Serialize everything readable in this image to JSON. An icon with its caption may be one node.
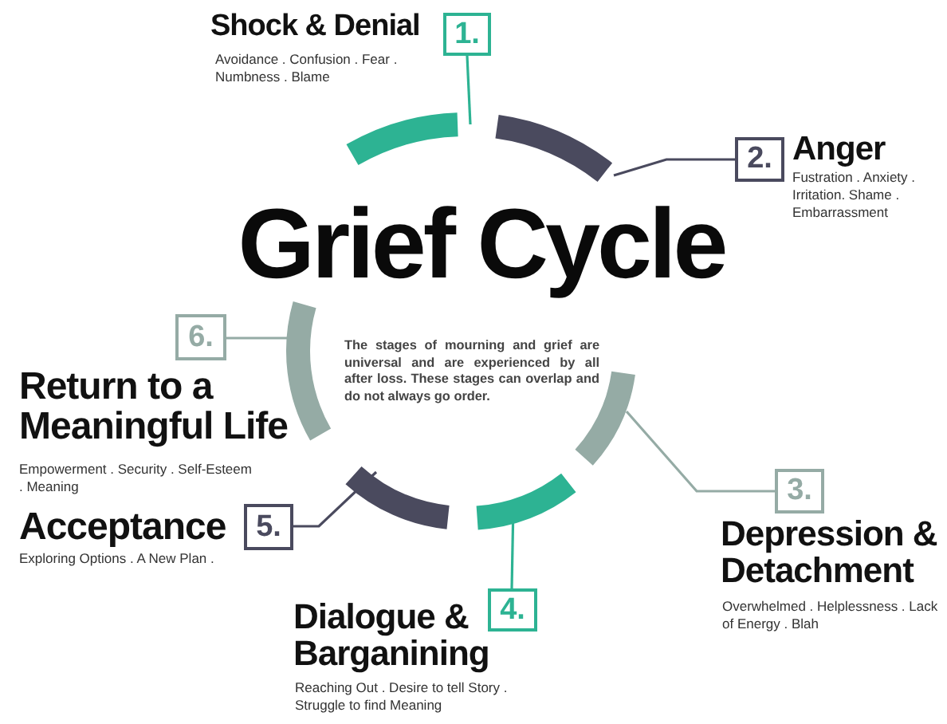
{
  "diagram": {
    "title": "Grief Cycle",
    "nodes": [
      {
        "text": [
          "1."
        ],
        "beside": [
          "Shock & Denial",
          "Avoidance . Confusion . Fear . Numbness . Blame"
        ]
      },
      {
        "text": [
          "2."
        ],
        "beside": [
          "Anger",
          "Fustration . Anxiety . Irritation. Shame . Embarrassment"
        ]
      },
      {
        "text": [
          "3."
        ],
        "beside": [
          "Depression & Detachment",
          "Overwhelmed . Helplessness . Lack of Energy . Blah"
        ]
      },
      {
        "text": [
          "4."
        ],
        "beside": [
          "Dialogue & Barganining",
          "Reaching Out . Desire to tell Story . Struggle to find Meaning"
        ]
      },
      {
        "text": [
          "5."
        ],
        "beside": [
          "Acceptance",
          "Exploring Options . A New Plan ."
        ]
      },
      {
        "text": [
          "6."
        ],
        "beside": [
          "Return to a Meaningful Life",
          "Empowerment . Security . Self-Esteem . Meaning"
        ]
      },
      {
        "text": [],
        "shape": "arc"
      },
      {
        "text": [],
        "shape": "arc"
      },
      {
        "text": [],
        "shape": "arc"
      },
      {
        "text": [],
        "shape": "arc"
      },
      {
        "text": [],
        "shape": "arc"
      },
      {
        "text": [],
        "shape": "arc"
      }
    ],
    "edges": [
      {
        "from": 6,
        "to": 0,
        "arrow": "none",
        "color": "#2db393"
      },
      {
        "from": 7,
        "to": 1,
        "arrow": "none",
        "color": "#4a4a5e"
      },
      {
        "from": 8,
        "to": 2,
        "arrow": "none",
        "color": "#95aba5"
      },
      {
        "from": 9,
        "to": 3,
        "arrow": "none",
        "color": "#2db393"
      },
      {
        "from": 10,
        "to": 4,
        "arrow": "none",
        "color": "#4a4a5e"
      },
      {
        "from": 11,
        "to": 5,
        "arrow": "none",
        "color": "#95aba5"
      }
    ],
    "labels": [
      "The stages of mourning and grief are universal and are experienced by all after loss. These stages can overlap and do not always go order."
    ]
  }
}
